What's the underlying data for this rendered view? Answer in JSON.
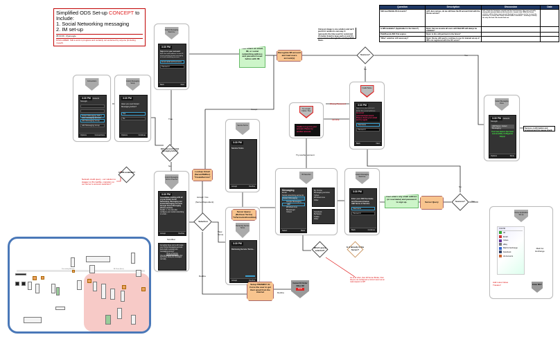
{
  "title_box": {
    "line1_pre": "Simplified ODS Set-up ",
    "line1_red": "CONCEPT",
    "line1_post": " to",
    "line2": "Include:",
    "line3": "1. Social Networking messaging",
    "line4": "2. IM set-up",
    "meta": "08.03.09 - Ryanoogle",
    "disclaimer": "DISCLAIMER: Still a work in progress and certainly not endorsed by anyone (including myself)."
  },
  "notes_table": {
    "headers": [
      "Question",
      "Description",
      "Discussion",
      "Date"
    ],
    "rows": [
      [
        "Still need Mobile ID Accounts?",
        "Jeff: Just curious, do we still have the ID account limit with the Ozone service?",
        "Jeff: I think the limitation actually had the limit because they were actually storing the account data on the server (i.e. remote, etc). With the Ozone solution, all the data is just passed through as a routing service so security measures. It seems like Ozone should make it obsolete... meaning in theory the only file limit. We should find out.",
        ""
      ],
      [
        "Is IMS Available? (Applicable for the future?)",
        "Ryan: Can we assume all users with Mail WS will always be available?",
        "",
        ""
      ],
      [
        "Pink/Rounds IMS Trial expires",
        "Ryan: Is this still pertinent in the future?",
        "",
        ""
      ],
      [
        "'Other' selection still necessary?",
        "Ryan: Ozone still need to continue to use for manual set-up of ISPs not registered with the OZ server?",
        "",
        ""
      ]
    ]
  },
  "cards": {
    "connections": {
      "header": "Connections",
      "time": "3:30 PM",
      "status": "Network Strength",
      "item1": "Instant Messaging Add a new messaging account",
      "item2": "Add Messaging Group",
      "item3": "Add Messaging Group",
      "left": "Options",
      "right": "Connections"
    },
    "im_setup_q": {
      "header": "Instant Messaging Setup",
      "time": "3:30 PM",
      "question": "Have you used Instant Messaging before?",
      "opt1": "Yes",
      "opt2": "No",
      "left": "Options",
      "right": "Continue"
    },
    "sign_in": {
      "header": "Instant Messaging Welcome",
      "time": "3:30 PM",
      "heading": "Sign in to your account",
      "body": "Enter the email address or user ID of your existing Instant messaging or social networking account.",
      "field1": "Email address/Username",
      "field2": "Password",
      "left": "Back",
      "right": "Next"
    },
    "terms": {
      "header": "Instant Messaging Terms of Service",
      "time": "3:30 PM",
      "body": "Consolidate chatting with all of your Email, Social Networking, Messaging and Instant Messaging accounts through Ozone Messaging (Ozone service).",
      "details": "Details: 1. You can also configure your social networking or email...",
      "left": "Accept",
      "right": "Decline",
      "footer_label": "Scrollbar",
      "terms_body": "Accepting these terms will create your Ozone Messaging account and email to existing and messaging account.",
      "terms_link": "Terms of Service",
      "terms_note": "You can decline this service but we'll store what you messages normally."
    },
    "service_terms": {
      "header": "Service Terms",
      "time": "3:30 PM",
      "heading": "Service Terms",
      "left": "Accept",
      "right": "Decline"
    },
    "retrieving": {
      "header": "Retrieving Service Terms",
      "time": "3:30 PM",
      "body": "Retrieving Service Terms...",
      "left": "Accept",
      "right": "Decline"
    },
    "try_again": {
      "header": "Try a Login Failure Tries",
      "message": "Unable to log in to your account. Please try another account."
    },
    "invalid": {
      "header": "Invalid Name",
      "time": "3:30 PM",
      "heading": "Sign in to your account",
      "sub": "Enter the email address",
      "error": "Incorrect username/password. Please check your email and try again.",
      "field1": "Username",
      "field2": "Password",
      "left": "Back",
      "right": "Next"
    },
    "im_selection": {
      "header": "IM Selection",
      "title": "Messaging",
      "cat1": "Email",
      "cat2": "Social networking accounts",
      "cat3": "Instant Messaging",
      "sub1": "Google Messaging",
      "sub2": "AIM",
      "sub3": "Windows Live Messenger",
      "sub4": "Yahoo!",
      "menu1": [
        "My Ozone",
        "Messaging services",
        "Yahoo",
        "Windows Live",
        "Other"
      ],
      "menu2": [
        "Facebook",
        "MySpace",
        "Twitter",
        "Other"
      ],
      "left": "Select",
      "right": "Back"
    },
    "im_welcome2": {
      "header": "Instant Messaging Welcome",
      "time": "3:30 PM",
      "body": "Enter your AIM Username and Password below",
      "sub": "AIM Terms of Service",
      "field1": "Username",
      "field2": "Password",
      "left": "Back",
      "right": "Continue"
    },
    "success": {
      "header": "Instant Messaging Done",
      "time": "3:30 PM",
      "status": "Network Strength",
      "account": "AIM Name: Instant Messaging",
      "message": "Your new device has been successfully configured. Enjoy!",
      "left": "Options",
      "right": "Done"
    },
    "apps": {
      "header": "Ozone Application Set-up",
      "time": "3:30 PM",
      "items": [
        "IM",
        "Email",
        "Yahoo",
        "eBay",
        "Mail for Exchange",
        "Facebook",
        "All Accounts"
      ],
      "tag": "Add Lotus Notes Traveler!",
      "connector": "Mail For Exchange",
      "terminal": "Enter MS?"
    }
  },
  "decisions": {
    "success_top": "Success?",
    "used_before": "Have you used Instant Messaging before?",
    "im_available": "Is IMS available?",
    "selection": "Selection",
    "success_bottom": "Success?",
    "query_selected": "Which query selected?",
    "query_type": "Is it already in the Server?"
  },
  "actions": {
    "user_enters": "User enters an email, IM, or social networking address and password used before with IM",
    "recognize": "Recognize IM account and load users account(s)",
    "lookup": "Lookup: Email (Server/IM/Bcc) \"CreateService\"",
    "server_query_terms": "Server Query: (Retrieve Terms) \"IsTermsAndConditions\"",
    "user_signup": "User enters any email address (or username) and password to sign up.",
    "server_query": "Server Query",
    "setup_pin": "Setup PIN/SMS? Or Force the user to get their email from the internet",
    "cancel_terminal": "Cancel Or Enter Other IM",
    "cancel_red": "Exit"
  },
  "edge_labels": {
    "true": "True",
    "no": "No",
    "no2": "No",
    "yes": "Yes",
    "accept": "Accept / Yes",
    "server_dependant": "(Server Dependent)",
    "view_terms": "View Terms",
    "decline": "Decline",
    "decline2": "Decline",
    "accept_top": "Accept",
    "try_another": "Try another account",
    "wrong_pw": "Wrong Password",
    "first_time": "1st time",
    "no_right": "No",
    "yes_right": "Yes"
  },
  "annotations": {
    "top_note": "Using an image is one solution and we'll just let it remain its own way. It represents the time used for social and it's better listed to keep each on and it's user services through the existing UI/UX flows.",
    "left_red": "Network credit query - our solution to stagger to IM credible, migration on our server to account selection?",
    "success_note": "Success confirmation and progress/sent list queue check",
    "bottom_red": "As of all other, then IM Server Broker, then they're not configured a correct sever as an mail-request to IM?"
  },
  "inset": {
    "left_label": "Pre-existing Network",
    "right_label": "IM Phase (Here)"
  },
  "colors": {
    "green": "#cdf5c9",
    "orange": "#f8c48e",
    "navy": "#1f3864",
    "inset_border": "#4a78b8",
    "highlight": "#f6c1bd",
    "error": "#dd2222"
  }
}
